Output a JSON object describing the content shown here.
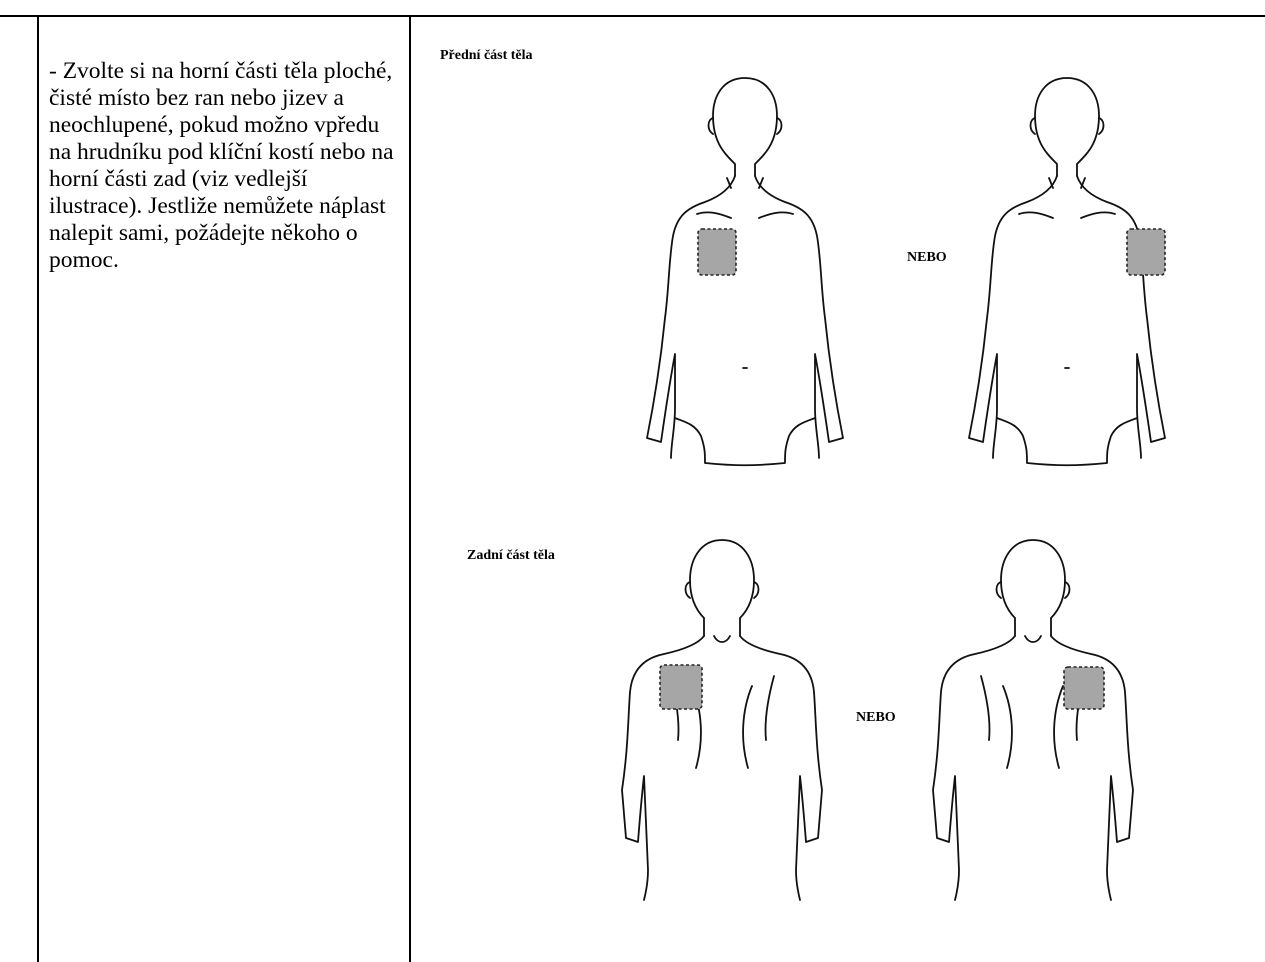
{
  "instruction": {
    "text": "- Zvolte si na horní části těla ploché, čisté místo bez ran nebo jizev a neochlupené, pokud možno vpředu na hrudníku pod klíční kostí nebo na horní části zad (viz vedlejší ilustrace). Jestliže nemůžete náplast nalepit sami, požádejte někoho o pomoc."
  },
  "illustration": {
    "front_label": "Přední část těla",
    "back_label": "Zadní část těla",
    "or_front": "NEBO",
    "or_back": "NEBO"
  }
}
